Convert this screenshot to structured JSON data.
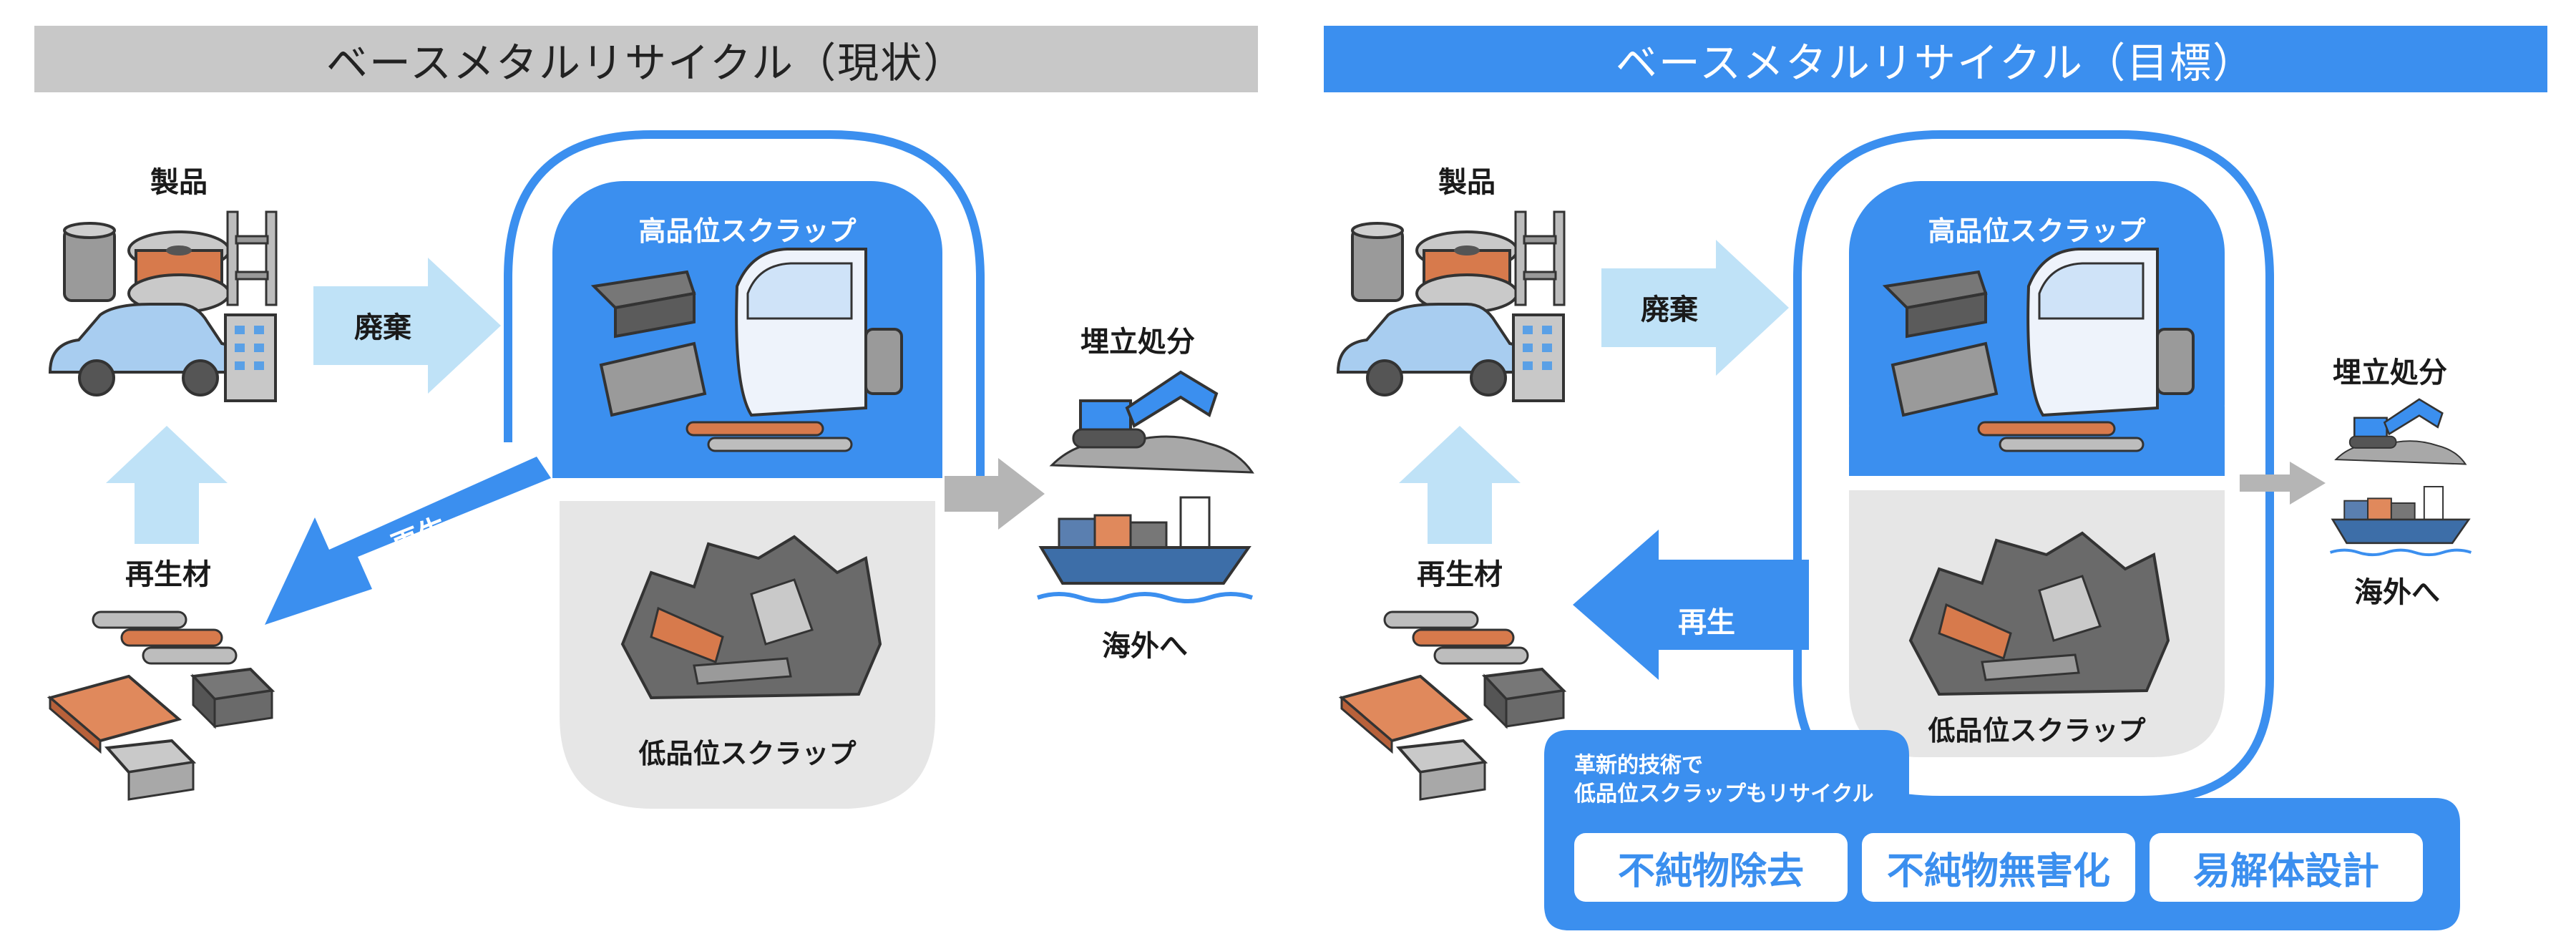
{
  "colors": {
    "blue": "#3b8fef",
    "light_blue": "#bfe2f7",
    "gray_title": "#c8c8c8",
    "gray_low": "#e6e6e6",
    "arrow_gray": "#b5b5b5"
  },
  "left": {
    "title": "ベースメタルリサイクル（現状）",
    "products_label": "製品",
    "discard_label": "廃棄",
    "high_scrap_label": "高品位スクラップ",
    "low_scrap_label": "低品位スクラップ",
    "recycle_label": "再生",
    "recycled_material_label": "再生材",
    "landfill_label": "埋立処分",
    "overseas_label": "海外へ"
  },
  "right": {
    "title": "ベースメタルリサイクル（目標）",
    "products_label": "製品",
    "discard_label": "廃棄",
    "high_scrap_label": "高品位スクラップ",
    "low_scrap_label": "低品位スクラップ",
    "recycle_label": "再生",
    "recycled_material_label": "再生材",
    "landfill_label": "埋立処分",
    "overseas_label": "海外へ",
    "tech_caption_line1": "革新的技術で",
    "tech_caption_line2": "低品位スクラップもリサイクル",
    "tech_boxes": [
      "不純物除去",
      "不純物無害化",
      "易解体設計"
    ]
  },
  "icons": [
    "can-icon",
    "cable-spool-icon",
    "ladder-icon",
    "car-icon",
    "building-icon",
    "steel-beam-icon",
    "car-door-icon",
    "pipe-icon",
    "crushed-can-icon",
    "scrap-pile-icon",
    "excavator-icon",
    "cargo-ship-icon",
    "copper-plate-icon",
    "metal-ingot-icon",
    "metal-rod-icon"
  ]
}
